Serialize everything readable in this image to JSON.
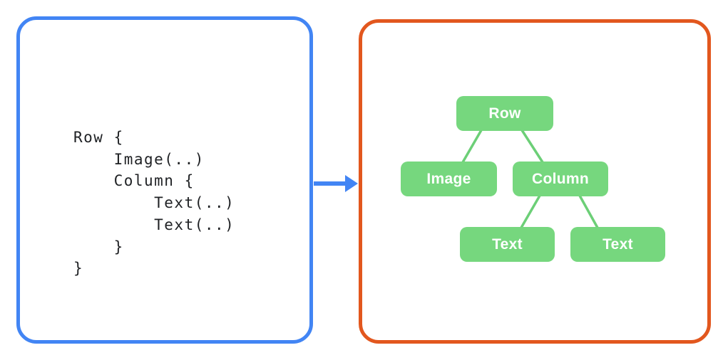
{
  "colors": {
    "panel_left_border": "#4285F4",
    "panel_right_border": "#E2571E",
    "arrow": "#4285F4",
    "node_fill": "#76D77E",
    "edge_stroke": "#6CCF77",
    "node_text": "#FFFFFF",
    "code_text": "#1F2124",
    "background": "#FFFFFF"
  },
  "code_panel": {
    "code_lines": [
      "Row {",
      "    Image(..)",
      "    Column {",
      "        Text(..)",
      "        Text(..)",
      "    }",
      "}"
    ]
  },
  "tree_panel": {
    "nodes": [
      {
        "id": "row",
        "label": "Row"
      },
      {
        "id": "image",
        "label": "Image"
      },
      {
        "id": "column",
        "label": "Column"
      },
      {
        "id": "text-1",
        "label": "Text"
      },
      {
        "id": "text-2",
        "label": "Text"
      }
    ],
    "edges": [
      {
        "from": "row",
        "to": "image"
      },
      {
        "from": "row",
        "to": "column"
      },
      {
        "from": "column",
        "to": "text-1"
      },
      {
        "from": "column",
        "to": "text-2"
      }
    ]
  }
}
